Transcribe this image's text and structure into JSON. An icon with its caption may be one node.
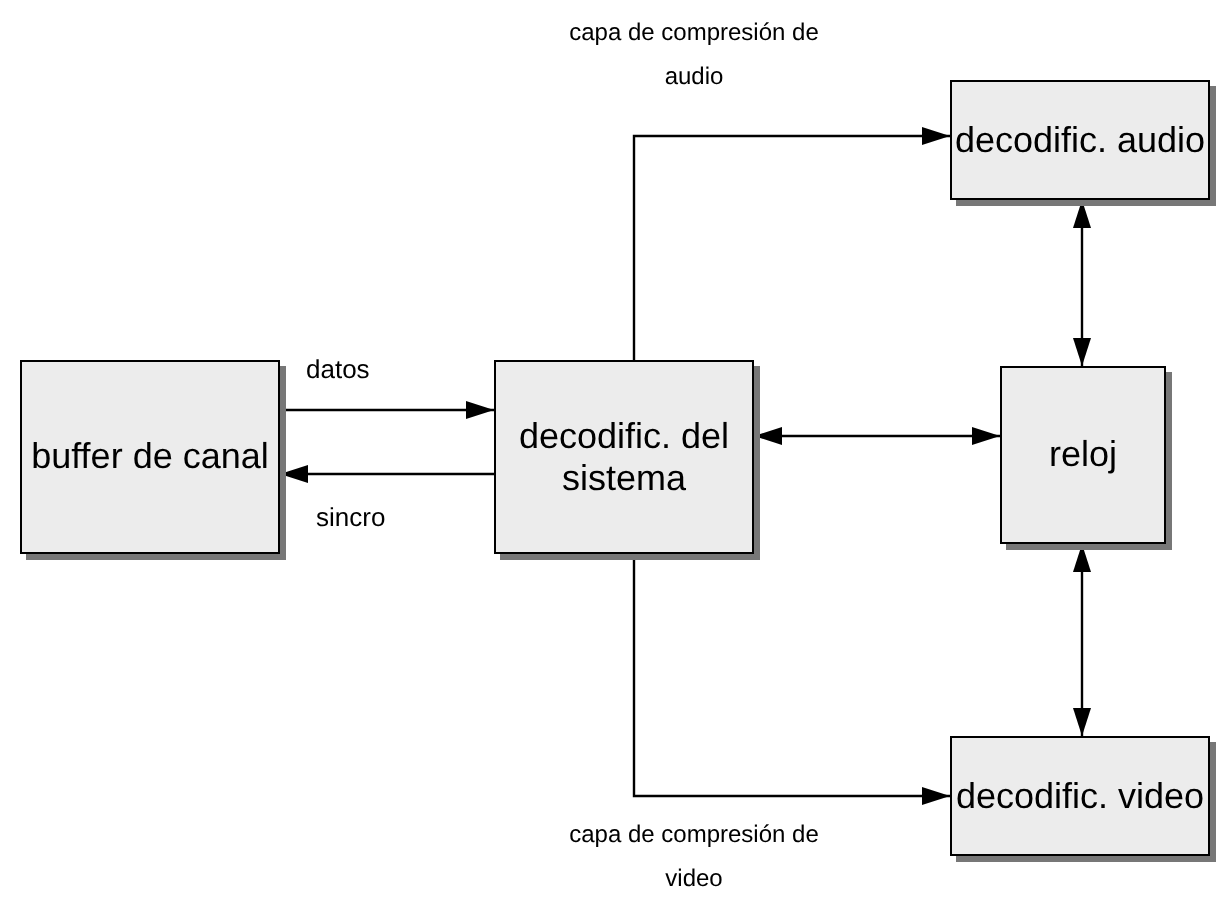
{
  "diagram": {
    "nodes": [
      {
        "text": [
          "buffer de canal"
        ]
      },
      {
        "text": [
          "decodific. del sistema"
        ]
      },
      {
        "text": [
          "decodific. audio"
        ]
      },
      {
        "text": [
          "reloj"
        ]
      },
      {
        "text": [
          "decodific. video"
        ]
      }
    ],
    "edges": [
      {
        "from": 0,
        "to": 1,
        "arrow": "to",
        "label": "datos"
      },
      {
        "from": 1,
        "to": 0,
        "arrow": "to",
        "label": "sincro"
      },
      {
        "from": 1,
        "to": 2,
        "arrow": "to",
        "label": "capa de compresión de audio"
      },
      {
        "from": 1,
        "to": 3,
        "arrow": "both"
      },
      {
        "from": 2,
        "to": 3,
        "arrow": "both"
      },
      {
        "from": 3,
        "to": 4,
        "arrow": "both"
      },
      {
        "from": 1,
        "to": 4,
        "arrow": "to",
        "label": "capa de compresión de video"
      }
    ]
  }
}
